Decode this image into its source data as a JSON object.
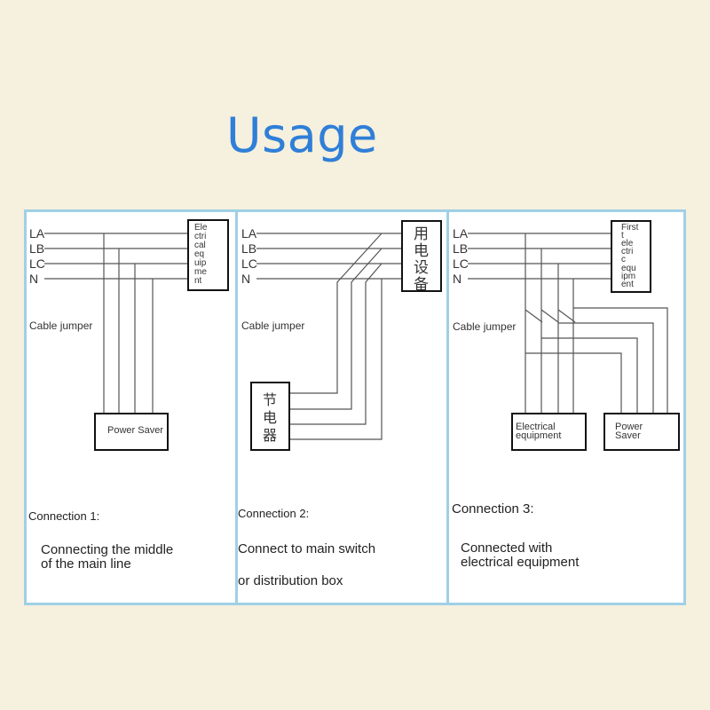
{
  "title": "Usage",
  "wire_labels": [
    "LA",
    "LB",
    "LC",
    "N"
  ],
  "cable_jumper": "Cable jumper",
  "panel1": {
    "equipment_lines": [
      "Ele",
      "ctri",
      "cal",
      "eq",
      "uip",
      "me",
      "nt"
    ],
    "saver_label": "Power Saver",
    "connection": "Connection 1:",
    "desc_line1": "Connecting the middle",
    "desc_line2": "of the main line"
  },
  "panel2": {
    "equipment_chars": [
      "用",
      "电",
      "设",
      "备"
    ],
    "saver_chars": [
      "节",
      "电",
      "器"
    ],
    "connection": "Connection 2:",
    "desc_line1": "Connect to main switch",
    "desc_line2": "or distribution box"
  },
  "panel3": {
    "equipment_lines": [
      "First",
      "t",
      "ele",
      "ctri",
      "c",
      "equ",
      "ipm",
      "ent"
    ],
    "equipment2_line1": "Electrical",
    "equipment2_line2": "equipment",
    "saver_line1": "Power",
    "saver_line2": "Saver",
    "connection": "Connection 3:",
    "desc_line1": "Connected with",
    "desc_line2": "electrical equipment"
  }
}
